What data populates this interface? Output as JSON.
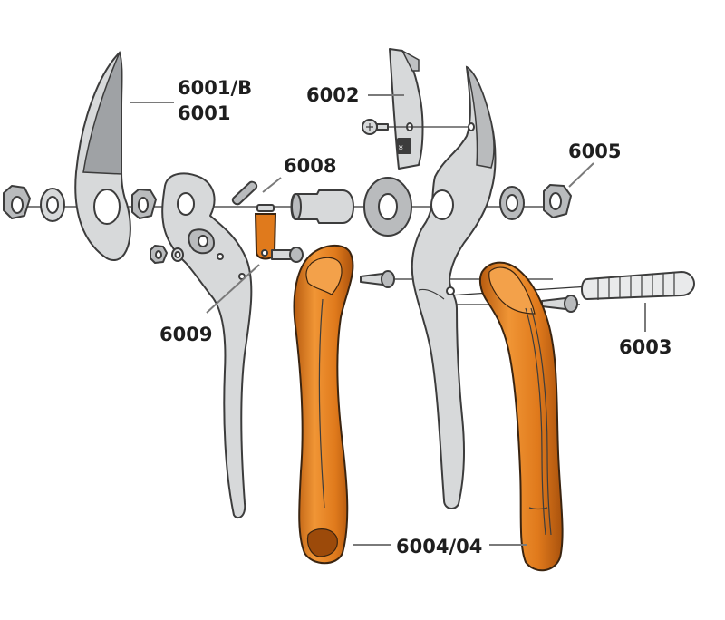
{
  "colors": {
    "metal": "#d7d9da",
    "wood": "#e07a1c",
    "wood_dark": "#b85c10",
    "outline": "#3c3c3c",
    "leader": "#7a7a7a"
  },
  "callouts": {
    "blade_line1": "6001/B",
    "blade_line2": "6001",
    "anvil": "6002",
    "bolt": "6005",
    "catch": "6008",
    "spring_pin": "6009",
    "spring": "6003",
    "handles": "6004/04"
  }
}
